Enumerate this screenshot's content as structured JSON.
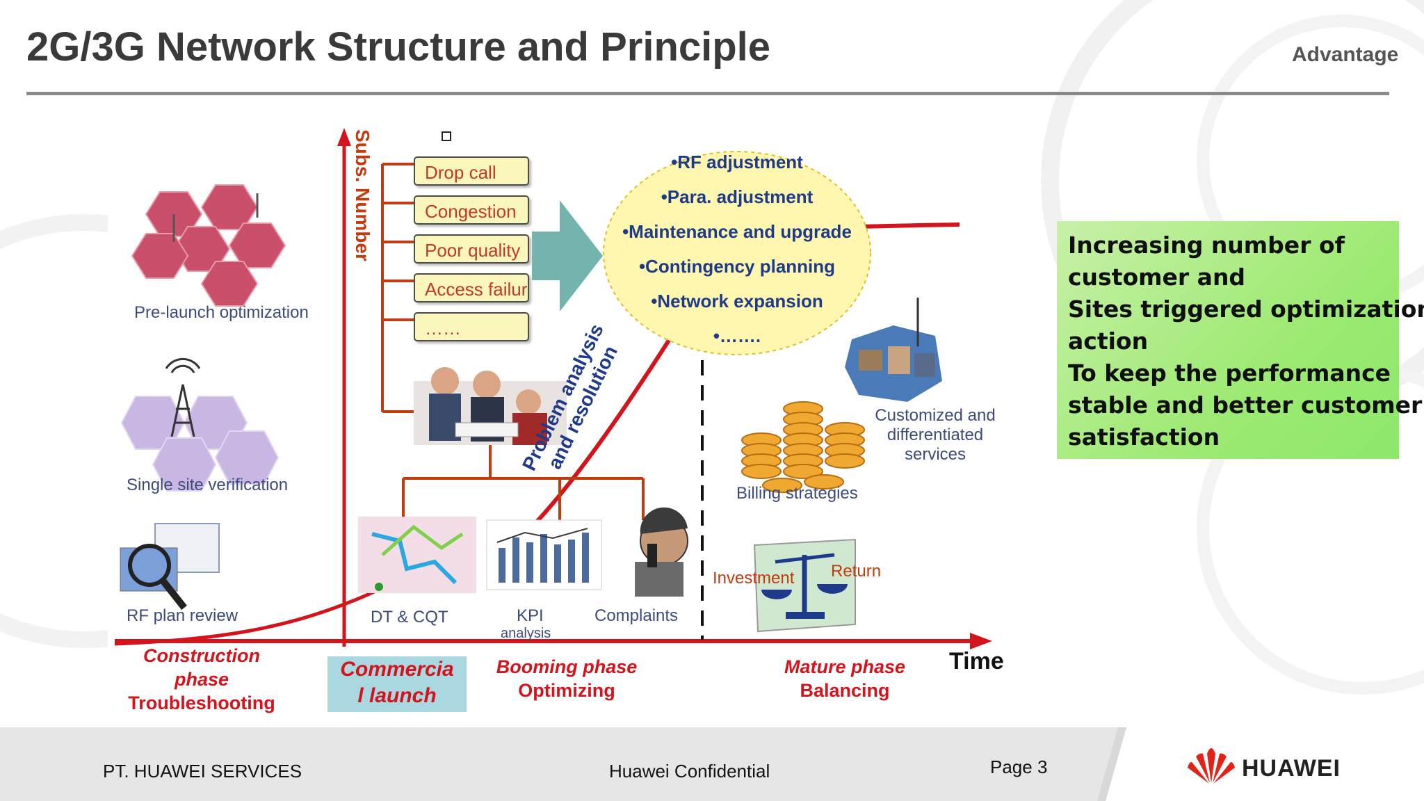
{
  "header": {
    "title": "2G/3G Network Structure and Principle",
    "section": "Advantage"
  },
  "diagram": {
    "y_axis_label": "Subs. Number",
    "x_axis_label": "Time",
    "problem_boxes": [
      "Drop call",
      "Congestion",
      "Poor quality",
      "Access failure",
      "……"
    ],
    "solutions": [
      "•RF adjustment",
      "•Para. adjustment",
      "•Maintenance and upgrade",
      "•Contingency planning",
      "•Network expansion",
      "•……."
    ],
    "diagonal_label": [
      "Problem analysis",
      "and resolution"
    ],
    "left_labels": {
      "pre_launch": "Pre-launch optimization",
      "single_site": "Single site verification",
      "rf_plan": "RF plan review"
    },
    "inputs": {
      "dt_cqt": "DT & CQT",
      "kpi": [
        "KPI",
        "analysis"
      ],
      "complaints": "Complaints"
    },
    "mature": {
      "billing": "Billing strategies",
      "customized": [
        "Customized and",
        "differentiated",
        "services"
      ],
      "investment": "Investment",
      "return": "Return"
    },
    "phases": {
      "construction": [
        "Construction",
        "phase",
        "Troubleshooting"
      ],
      "commercial": [
        "Commercia",
        "l launch"
      ],
      "booming": [
        "Booming phase",
        "Optimizing"
      ],
      "mature": [
        "Mature phase",
        "Balancing"
      ]
    }
  },
  "advantage_box": [
    "Increasing number of",
    "customer and",
    "Sites triggered optimization",
    "action",
    "To keep the performance",
    "stable and better customer",
    "satisfaction"
  ],
  "footer": {
    "company": "PT. HUAWEI SERVICES",
    "confidential": "Huawei Confidential",
    "page": "Page 3",
    "brand": "HUAWEI"
  },
  "colors": {
    "red": "#d4141c",
    "orange_red": "#c23b0f",
    "green": "#9eea74",
    "oval": "#fff6b0",
    "blue_text": "#1d3b87"
  }
}
